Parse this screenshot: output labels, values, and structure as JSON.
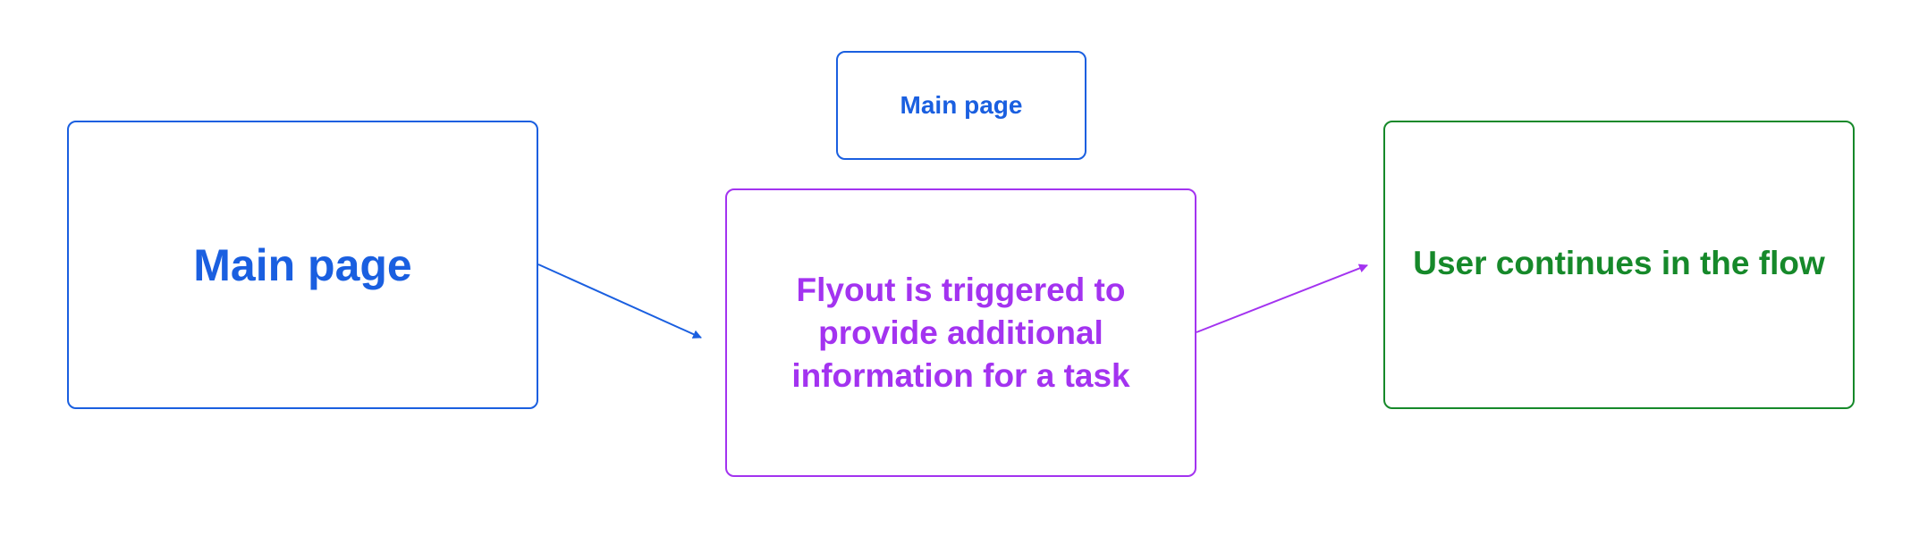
{
  "nodes": {
    "main_page_left": {
      "label": "Main page"
    },
    "main_page_small": {
      "label": "Main page"
    },
    "flyout": {
      "label": "Flyout is triggered to provide additional information for a task"
    },
    "continue_flow": {
      "label": "User continues in the flow"
    }
  },
  "colors": {
    "main": "#1a5fe0",
    "flyout": "#a333f0",
    "continue": "#16892a"
  }
}
